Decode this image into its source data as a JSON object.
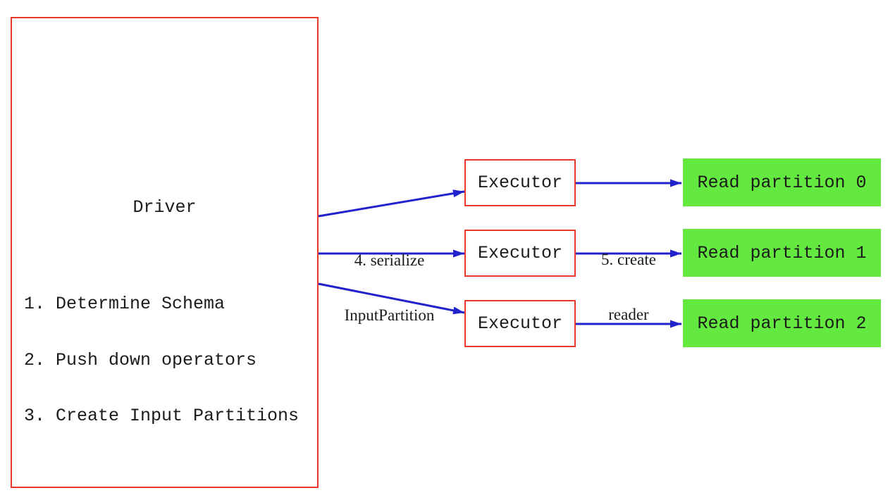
{
  "colors": {
    "box_border_red": "#e8392a",
    "arrow_blue": "#2222cc",
    "partition_green": "#63e93f",
    "text_black": "#1b1b1b",
    "background": "#ffffff"
  },
  "driver": {
    "title": "Driver",
    "steps": [
      "1. Determine Schema",
      "2. Push down operators",
      "3. Create Input Partitions"
    ]
  },
  "executors": [
    {
      "label": "Executor"
    },
    {
      "label": "Executor"
    },
    {
      "label": "Executor"
    }
  ],
  "partitions": [
    {
      "label": "Read partition 0"
    },
    {
      "label": "Read partition 1"
    },
    {
      "label": "Read partition 2"
    }
  ],
  "edge_labels": {
    "serialize": {
      "line1": "4. serialize",
      "line2": "InputPartition"
    },
    "create_reader": {
      "line1": "5. create",
      "line2": "reader"
    }
  }
}
